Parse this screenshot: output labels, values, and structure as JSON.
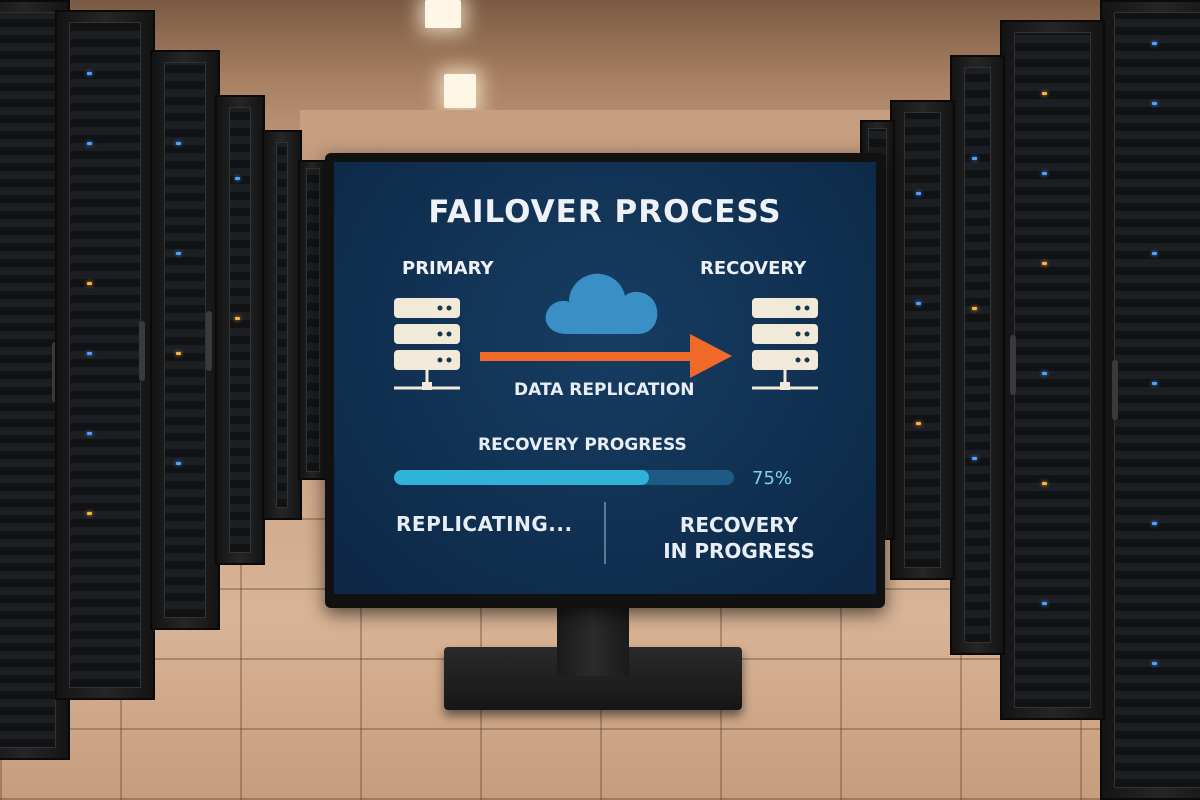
{
  "monitor": {
    "title": "FAILOVER PROCESS",
    "primary_label": "PRIMARY",
    "recovery_label": "RECOVERY",
    "replication_label": "DATA REPLICATION",
    "progress_label": "RECOVERY PROGRESS",
    "progress_value": 0.75,
    "progress_text": "75%",
    "status_left": "REPLICATING...",
    "status_right_line1": "RECOVERY",
    "status_right_line2": "IN PROGRESS"
  },
  "icons": {
    "primary_server": "server-stack-icon",
    "recovery_server": "server-stack-icon",
    "cloud": "cloud-icon",
    "arrow": "arrow-right-icon"
  },
  "colors": {
    "screen_bg": "#0f2d4d",
    "arrow": "#f26a2a",
    "cloud": "#3a8fc4",
    "progress_fill": "#2fb3d8",
    "server_body": "#f1ead8"
  }
}
